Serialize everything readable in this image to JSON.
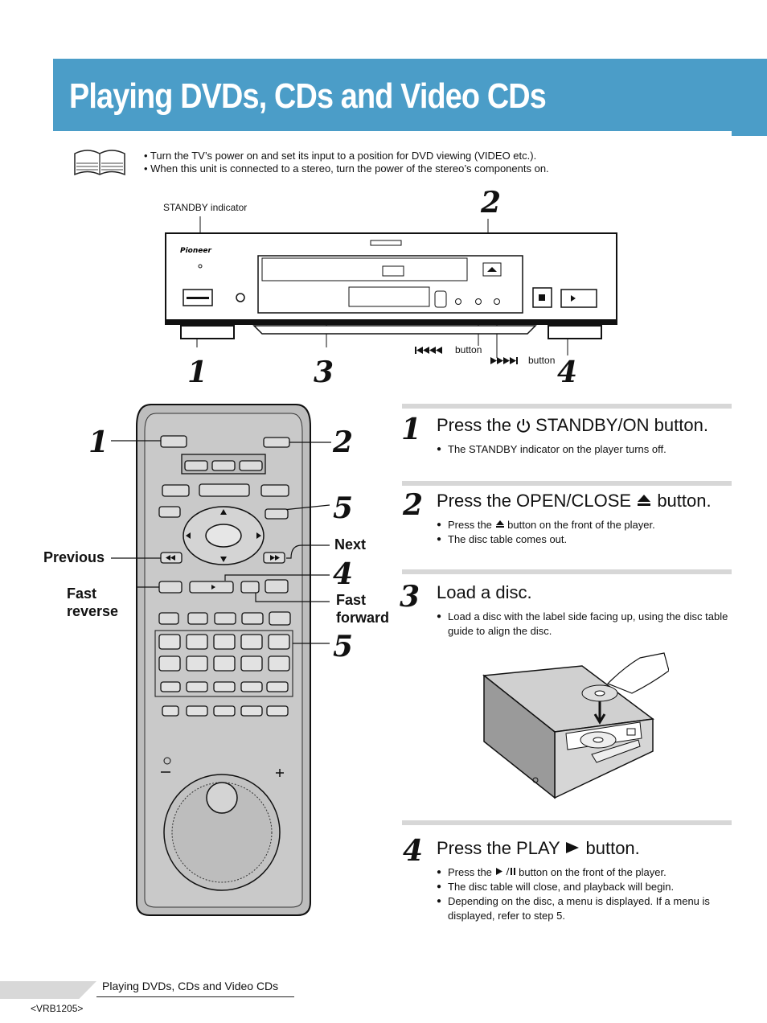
{
  "title": "Playing DVDs, CDs and Video CDs",
  "notes": [
    "• Turn the TV’s power on and set its input to a position for DVD viewing (VIDEO etc.).",
    "• When this unit is connected to a stereo, turn the power of the stereo’s components on."
  ],
  "player": {
    "standby_indicator_label": "STANDBY indicator",
    "brand": "Pioneer",
    "prev_button_label": "button",
    "next_button_label": "button",
    "callout_numbers": [
      "1",
      "2",
      "3",
      "4"
    ]
  },
  "remote": {
    "callout_numbers": [
      "1",
      "2",
      "5",
      "4",
      "5"
    ],
    "labels": {
      "previous": "Previous",
      "next": "Next",
      "fast_reverse": "Fast reverse",
      "fast_forward": "Fast forward"
    }
  },
  "steps": [
    {
      "number": "1",
      "title_prefix": "Press the ",
      "title_suffix": " STANDBY/ON button.",
      "bullets": [
        "The STANDBY indicator on the player turns off."
      ]
    },
    {
      "number": "2",
      "title_prefix": "Press the OPEN/CLOSE ",
      "title_suffix": " button.",
      "bullets_1_prefix": "Press the ",
      "bullets_1_suffix": "  button on the front of the player.",
      "bullets": [
        "The disc table comes out."
      ]
    },
    {
      "number": "3",
      "title": "Load a disc.",
      "bullets": [
        "Load a disc with the label side facing up, using the disc table guide to align the disc."
      ]
    },
    {
      "number": "4",
      "title_prefix": "Press the PLAY ",
      "title_suffix": " button.",
      "bullets_1_prefix": "Press the ",
      "bullets_1_suffix": " button on the front of the player.",
      "bullets": [
        "The disc table will close, and playback will begin.",
        "Depending on the disc, a menu is displayed. If a menu is displayed, refer to step 5."
      ]
    }
  ],
  "footer": {
    "section": "Playing DVDs, CDs and Video CDs",
    "code": "<VRB1205>"
  }
}
